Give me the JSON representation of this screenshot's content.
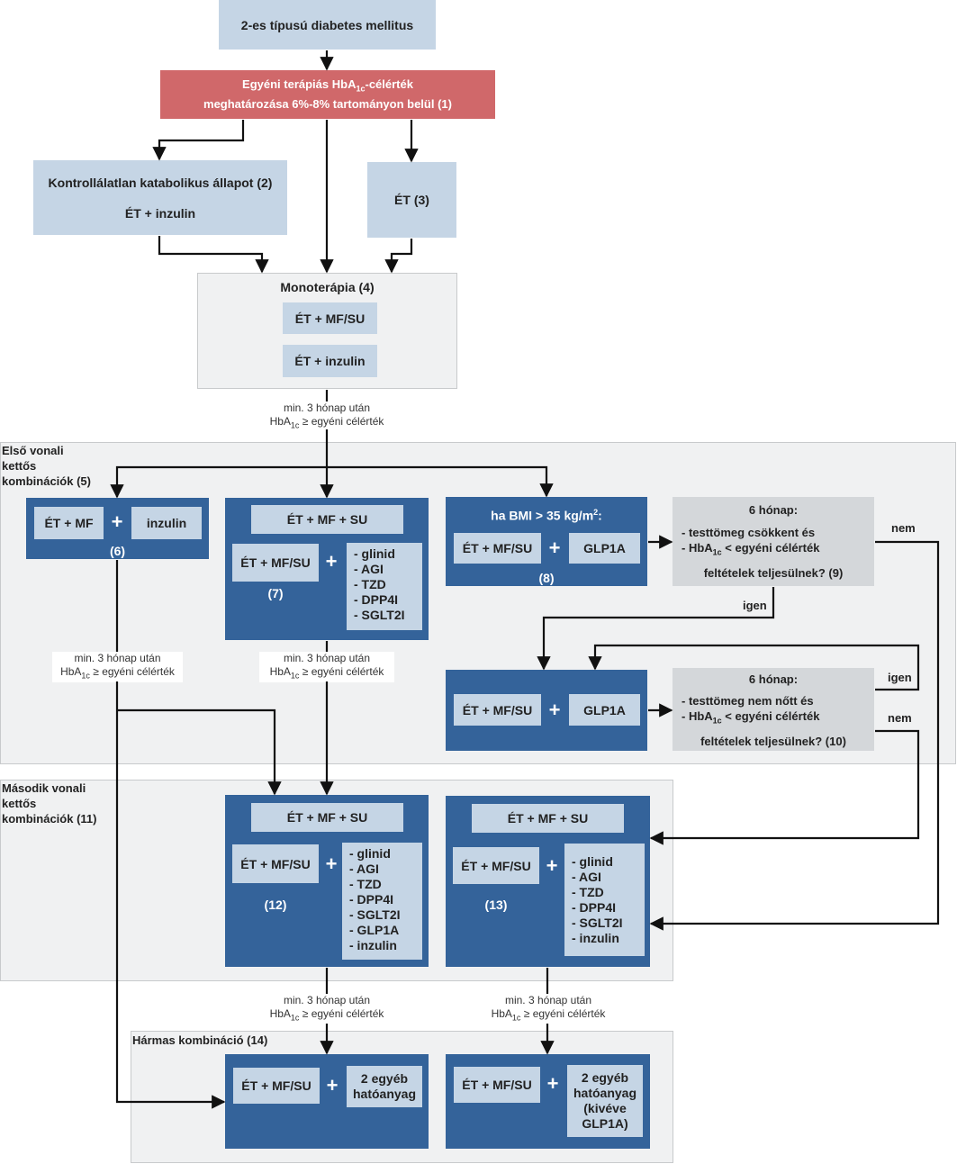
{
  "boxes": {
    "diabetes": "2-es típusú diabetes mellitus",
    "target_pre": "Egyéni terápiás HbA",
    "target_sub": "1c",
    "target_post": "-célérték",
    "target_line2": "meghatározása 6%-8% tartományon belül (1)",
    "katabolikus_title": "Kontrollálatlan katabolikus állapot (2)",
    "katabolikus_body": "ÉT + inzulin",
    "et": "ÉT (3)",
    "mono_title": "Monoterápia (4)",
    "mono_opt1": "ÉT + MF/SU",
    "mono_opt2": "ÉT + inzulin"
  },
  "notes": {
    "line1": "min. 3 hónap után",
    "hba": "HbA",
    "sub": "1c",
    "rest": " ≥ egyéni célérték"
  },
  "sections": {
    "first": [
      "Első vonali",
      "kettős",
      "kombinációk (5)"
    ],
    "second": [
      "Második vonali",
      "kettős",
      "kombinációk (11)"
    ],
    "third": "Hármas kombináció (14)"
  },
  "first_line": {
    "b6": {
      "left": "ÉT + MF",
      "plus": "+",
      "right": "inzulin",
      "num": "(6)"
    },
    "b7": {
      "top": "ÉT + MF + SU",
      "left": "ÉT + MF/SU",
      "plus": "+",
      "num": "(7)",
      "list": [
        "- glinid",
        "- AGI",
        "- TZD",
        "- DPP4I",
        "- SGLT2I"
      ]
    },
    "b8": {
      "title": "ha BMI > 35 kg/m",
      "sup": "2",
      "colon": ":",
      "left": "ÉT + MF/SU",
      "plus": "+",
      "right": "GLP1A",
      "num": "(8)"
    },
    "b9": {
      "title": "6 hónap:",
      "l1": "- testtömeg csökkent és",
      "l2a": "- HbA",
      "l2s": "1c",
      "l2b": " < egyéni célérték",
      "l3": "feltételek teljesülnek? (9)"
    },
    "b10box": {
      "left": "ÉT + MF/SU",
      "plus": "+",
      "right": "GLP1A"
    },
    "b10": {
      "title": "6 hónap:",
      "l1": "- testtömeg nem nőtt és",
      "l2a": "- HbA",
      "l2s": "1c",
      "l2b": " < egyéni célérték",
      "l3": "feltételek teljesülnek? (10)"
    }
  },
  "labels": {
    "nem": "nem",
    "igen": "igen"
  },
  "second_line": {
    "b12": {
      "top": "ÉT + MF + SU",
      "left": "ÉT + MF/SU",
      "plus": "+",
      "num": "(12)",
      "list": [
        "- glinid",
        "- AGI",
        "- TZD",
        "- DPP4I",
        "- SGLT2I",
        "- GLP1A",
        "- inzulin"
      ]
    },
    "b13": {
      "top": "ÉT + MF + SU",
      "left": "ÉT + MF/SU",
      "plus": "+",
      "num": "(13)",
      "list": [
        "- glinid",
        "- AGI",
        "- TZD",
        "- DPP4I",
        "- SGLT2I",
        "- inzulin"
      ]
    }
  },
  "third_line": {
    "b14a": {
      "left": "ÉT + MF/SU",
      "plus": "+",
      "right": [
        "2 egyéb",
        "hatóanyag"
      ]
    },
    "b14b": {
      "left": "ÉT + MF/SU",
      "plus": "+",
      "right": [
        "2 egyéb",
        "hatóanyag",
        "(kivéve",
        "GLP1A)"
      ]
    }
  },
  "colors": {
    "light_blue": "#c5d5e5",
    "dark_blue": "#34639a",
    "red": "#d0686a",
    "grey": "#d4d7da",
    "section_bg": "#f0f1f2"
  }
}
